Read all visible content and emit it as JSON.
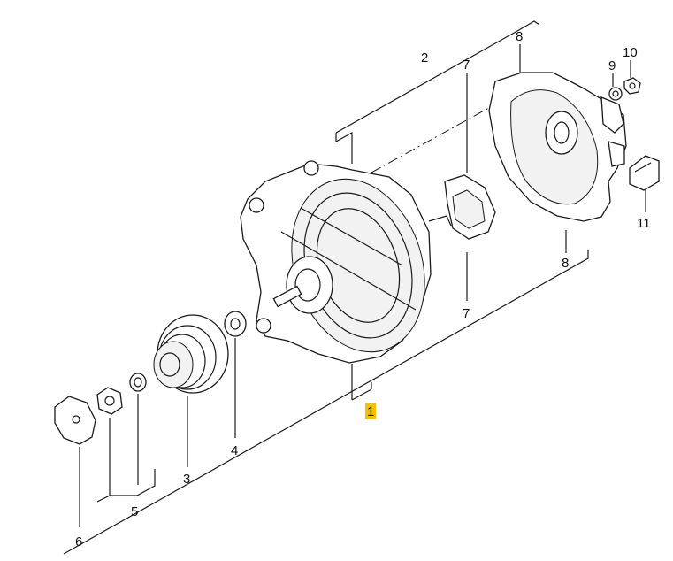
{
  "colors": {
    "line": "#1a1a1a",
    "background": "#ffffff",
    "highlight": "#f2c200"
  },
  "callouts": {
    "c1": "1",
    "c2": "2",
    "c3": "3",
    "c4": "4",
    "c5": "5",
    "c6": "6",
    "c7_top": "7",
    "c7_bottom": "7",
    "c8_top": "8",
    "c8_bottom": "8",
    "c9": "9",
    "c10": "10",
    "c11": "11"
  }
}
